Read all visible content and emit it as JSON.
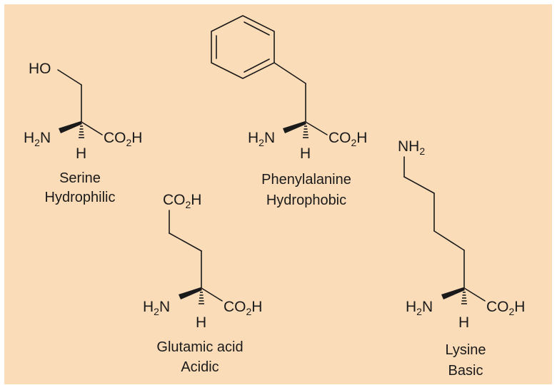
{
  "colors": {
    "background": "#fbdcb8",
    "ink": "#1a1a1a"
  },
  "molecules": [
    {
      "name": "Serine",
      "category": "Hydrophilic",
      "side_chain_label": "HO"
    },
    {
      "name": "Phenylalanine",
      "category": "Hydrophobic"
    },
    {
      "name": "Glutamic acid",
      "category": "Acidic",
      "side_chain_label": "CO₂H"
    },
    {
      "name": "Lysine",
      "category": "Basic",
      "side_chain_label": "NH₂"
    }
  ],
  "groups": {
    "amine_prefix": "H",
    "amine_sub": "2",
    "amine_suffix": "N",
    "acid_prefix": "CO",
    "acid_sub": "2",
    "acid_suffix": "H",
    "alpha_h": "H",
    "side_acid_prefix": "CO",
    "side_acid_sub": "2",
    "side_acid_suffix": "H",
    "side_amine_prefix": "NH",
    "side_amine_sub": "2",
    "hydroxyl": "HO"
  }
}
